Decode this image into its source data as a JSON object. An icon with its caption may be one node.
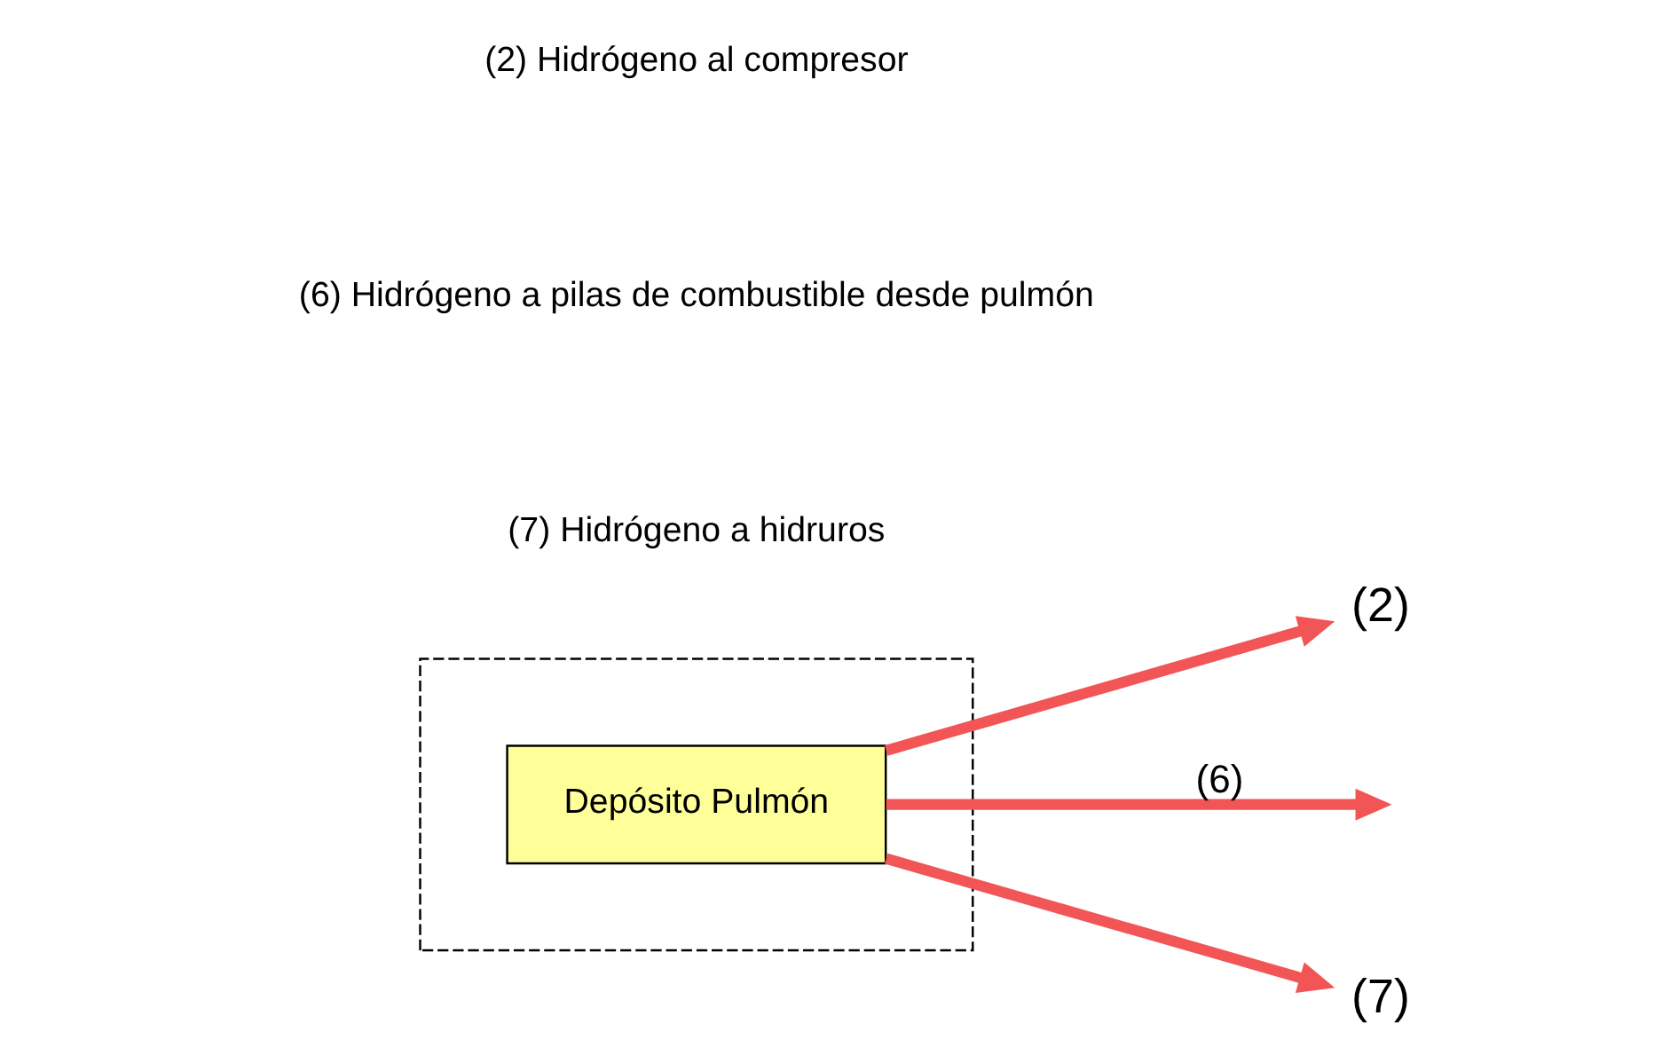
{
  "diagram": {
    "nodes": [
      {
        "text": [],
        "shape": "box"
      },
      {
        "text": [
          "Depósito Pulmón"
        ],
        "in": 0
      },
      {
        "text": [
          "(2)"
        ]
      },
      {
        "text": [
          "(7)"
        ]
      }
    ],
    "edges": [
      {
        "from": 1,
        "to": 2,
        "arrow": "to"
      },
      {
        "from": 1,
        "to": null,
        "arrow": "to",
        "label": "(6)"
      },
      {
        "from": 1,
        "to": 3,
        "arrow": "to"
      }
    ],
    "labels": [
      "(2) Hidrógeno al compresor",
      "(6) Hidrógeno a pilas de combustible desde pulmón",
      "(7) Hidrógeno a hidruros"
    ]
  }
}
